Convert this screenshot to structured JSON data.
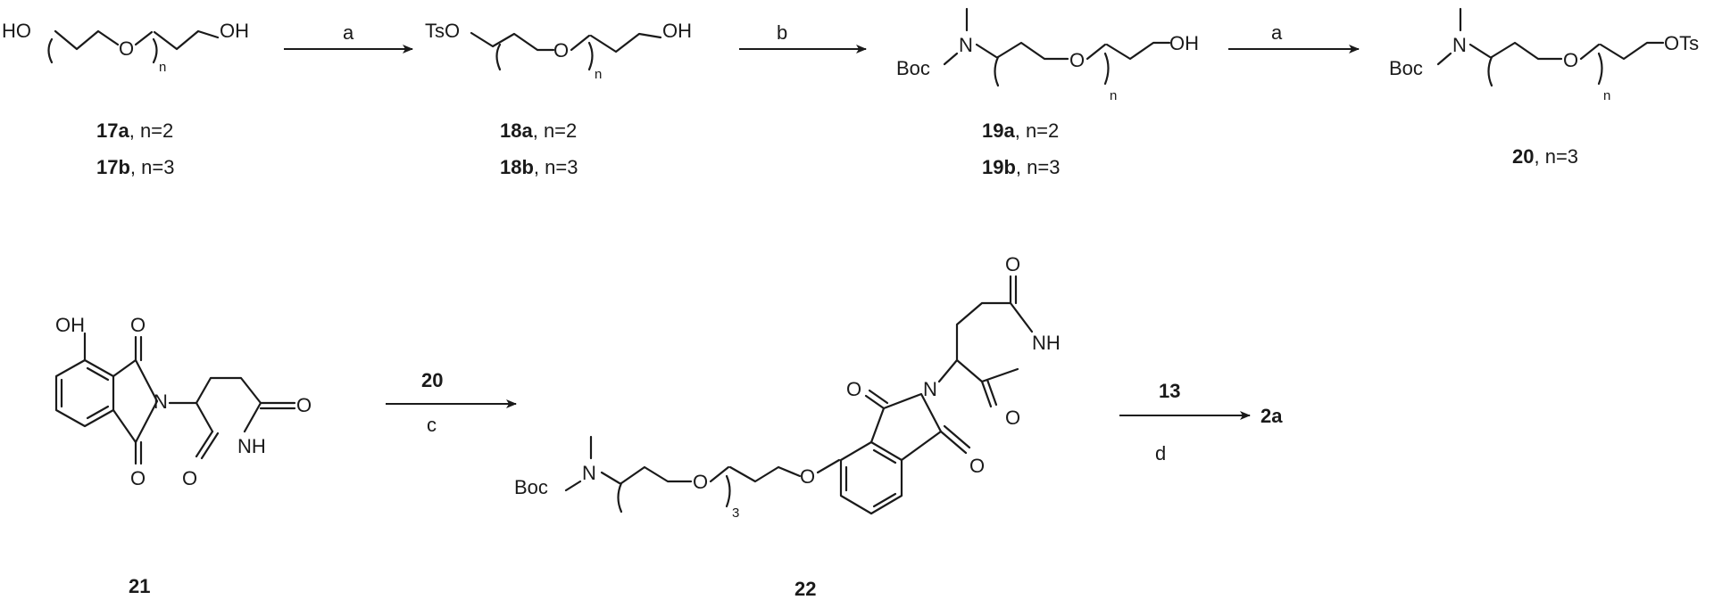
{
  "scheme": {
    "atoms": {
      "ho": "HO",
      "oh": "OH",
      "o": "O",
      "n_atom": "N",
      "nh": "NH",
      "tso": "TsO",
      "ots": "OTs",
      "boc": "Boc",
      "sub_n": "n",
      "sub_3": "3"
    },
    "reagents": {
      "a": "a",
      "b": "b",
      "c": "c",
      "d": "d",
      "r20": "20",
      "r13": "13"
    },
    "compounds": {
      "c17a_num": "17a",
      "c17a_cond": ", n=2",
      "c17b_num": "17b",
      "c17b_cond": ", n=3",
      "c18a_num": "18a",
      "c18a_cond": ", n=2",
      "c18b_num": "18b",
      "c18b_cond": ", n=3",
      "c19a_num": "19a",
      "c19a_cond": ", n=2",
      "c19b_num": "19b",
      "c19b_cond": ", n=3",
      "c20_num": "20",
      "c20_cond": ", n=3",
      "c21": "21",
      "c22": "22",
      "c2a": "2a"
    }
  }
}
